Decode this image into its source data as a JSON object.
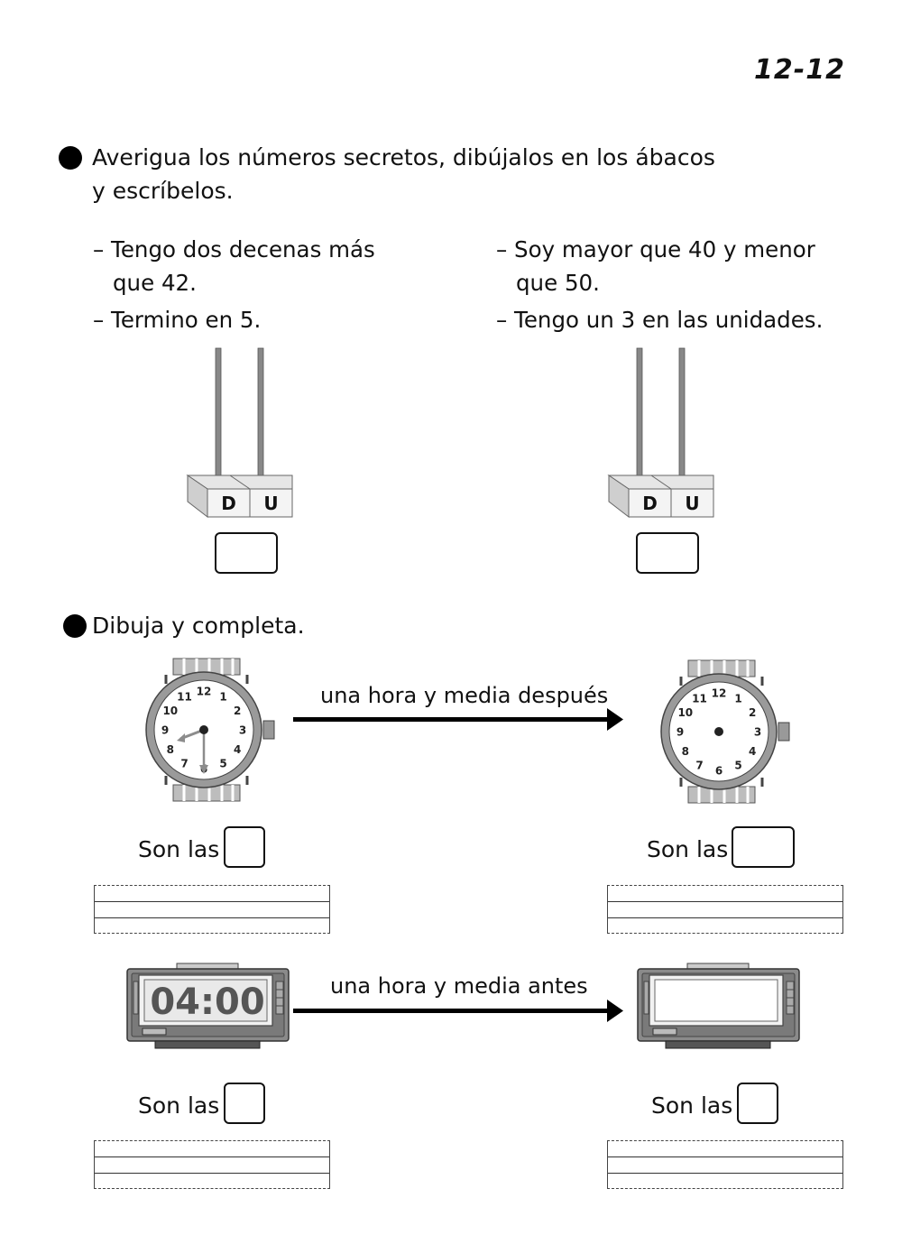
{
  "page_number": "12-12",
  "exercise1": {
    "instruction_line1": "Averigua los números secretos, dibújalos en los ábacos",
    "instruction_line2": "y escríbelos.",
    "left_clues": {
      "line1": "– Tengo dos decenas más",
      "line2": "que 42.",
      "line3": "– Termino en 5."
    },
    "right_clues": {
      "line1": "– Soy mayor que 40 y menor",
      "line2": "que 50.",
      "line3": "– Tengo un 3 en las unidades."
    },
    "abacus_labels": {
      "tens": "D",
      "units": "U"
    }
  },
  "exercise2": {
    "instruction": "Dibuja y completa.",
    "arrow1_label": "una hora y media después",
    "arrow2_label": "una hora y media antes",
    "son_las": "Son las",
    "digital_clock_time": "04:00",
    "analog_clock": {
      "numbers": [
        "12",
        "1",
        "2",
        "3",
        "4",
        "5",
        "6",
        "7",
        "8",
        "9",
        "10",
        "11"
      ],
      "shown_time_hours": 8,
      "shown_time_minutes": 30
    }
  },
  "colors": {
    "rod": "#888888",
    "strap": "#bdbdbd",
    "clock_frame": "#777777",
    "clock_body": "#8a8a8a",
    "hand": "#8c8c8c"
  }
}
